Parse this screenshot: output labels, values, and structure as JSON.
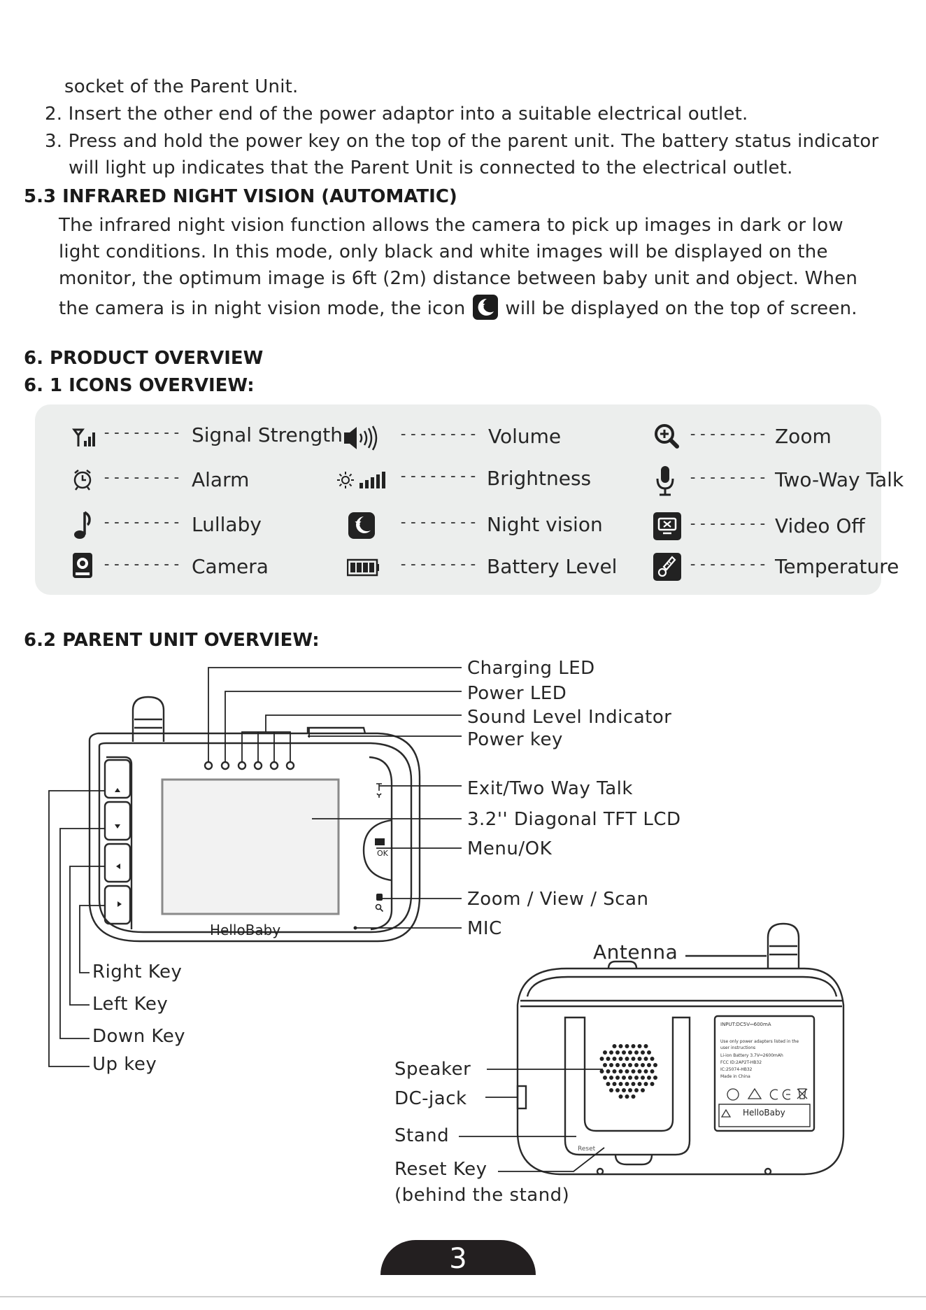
{
  "paragraphs": {
    "p1": "socket of the Parent Unit.",
    "p2": "2. Insert the other end of the power adaptor into a suitable electrical outlet.",
    "p3a": "3. Press and hold the power key on the top of the parent unit. The battery status indicator",
    "p3b": "will light up indicates that the Parent Unit is connected to the electrical outlet."
  },
  "section_5_3": {
    "heading": "5.3 INFRARED NIGHT VISION (AUTOMATIC)",
    "line1": "The infrared night vision function allows the camera to pick up images in dark or low",
    "line2": "light conditions. In this mode, only black and white images will be displayed on the",
    "line3": "monitor, the optimum image is 6ft (2m) distance between baby unit and object. When",
    "line4a": "the camera is in night vision mode, the icon",
    "line4b": "will be displayed on the top of screen."
  },
  "section_6": {
    "heading": "6. PRODUCT OVERVIEW",
    "sub_heading": "6. 1 ICONS OVERVIEW:"
  },
  "icons": {
    "dash": "--------",
    "signal": "Signal Strength",
    "volume": "Volume",
    "zoom": "Zoom",
    "alarm": "Alarm",
    "brightness": "Brightness",
    "talk": "Two-Way Talk",
    "lullaby": "Lullaby",
    "night": "Night vision",
    "video_off": "Video Off",
    "camera": "Camera",
    "battery": "Battery Level",
    "temperature": "Temperature"
  },
  "section_6_2": {
    "heading": "6.2 PARENT UNIT OVERVIEW:"
  },
  "front_labels": {
    "charging_led": "Charging LED",
    "power_led": "Power LED",
    "sound_level": "Sound Level Indicator",
    "power_key": "Power key",
    "exit_talk": "Exit/Two Way Talk",
    "lcd": "3.2'' Diagonal TFT LCD",
    "menu_ok": "Menu/OK",
    "zoom_view": "Zoom / View / Scan",
    "mic": "MIC",
    "right_key": "Right Key",
    "left_key": "Left Key",
    "down_key": "Down Key",
    "up_key": "Up key",
    "brand": "HelloBaby",
    "ok": "OK"
  },
  "back_labels": {
    "antenna": "Antenna",
    "speaker": "Speaker",
    "dc_jack": "DC-jack",
    "stand": "Stand",
    "reset_key": "Reset Key",
    "reset_note": "(behind the stand)",
    "reset_print": "Reset",
    "brand": "HelloBaby",
    "label_line1": "INPUT:DC5V⎓600mA",
    "label_line2": "Use only power adapters listed in the",
    "label_line3": "user instructions",
    "label_line4": "Li-ion Battery 3.7V⎓2600mAh",
    "label_line5": "FCC ID:2AP2T-HB32",
    "label_line6": "IC:25074-HB32",
    "label_line7": "Made in China"
  },
  "page": {
    "number": "3"
  }
}
